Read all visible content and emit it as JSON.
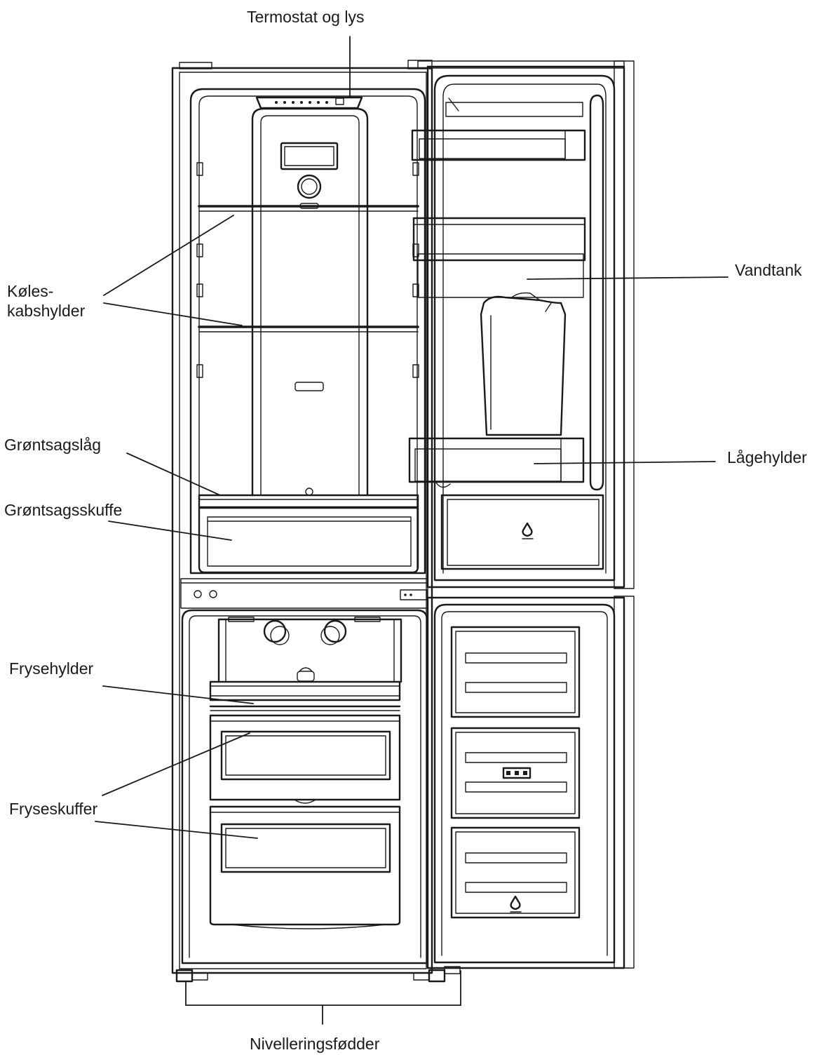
{
  "labels": {
    "thermostat": "Termostat og lys",
    "fridge_shelves": "Køles-\nkabshylder",
    "crisper_lid": "Grøntsagslåg",
    "crisper_drawer": "Grøntsagsskuffe",
    "freezer_shelves": "Frysehylder",
    "freezer_drawers": "Fryseskuffer",
    "water_tank": "Vandtank",
    "door_shelves": "Lågehylder",
    "leveling_feet": "Nivelleringsfødder"
  },
  "colors": {
    "line": "#1a1a1a",
    "background": "#ffffff"
  }
}
